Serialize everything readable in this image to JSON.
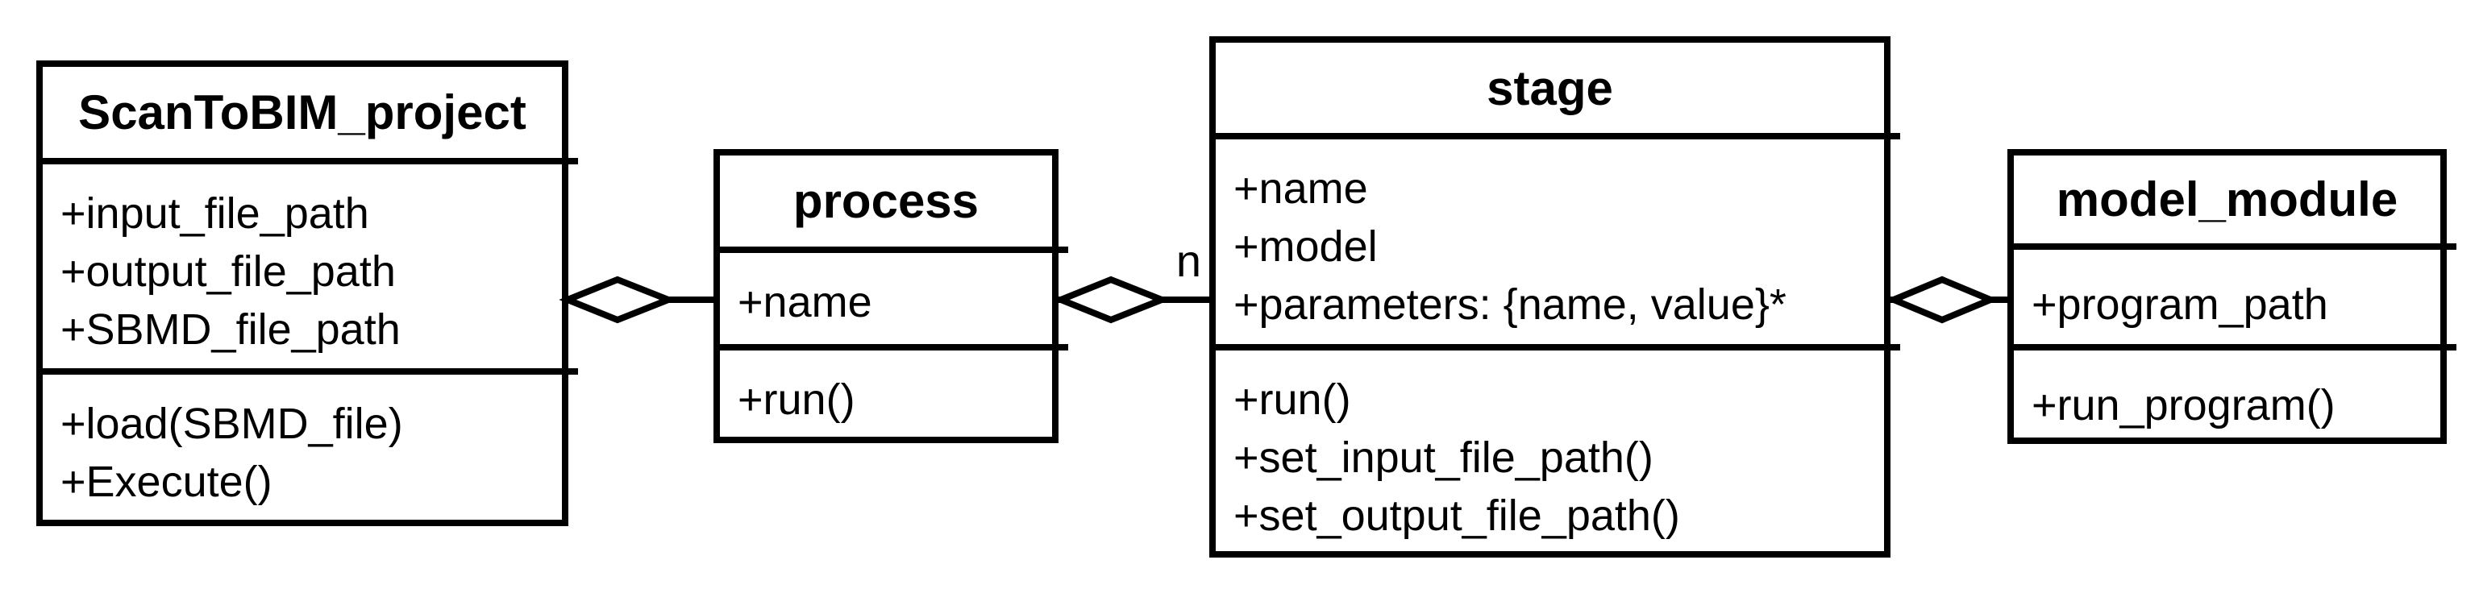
{
  "diagram_type": "UML class diagram",
  "classes": [
    {
      "name": "ScanToBIM_project",
      "attributes": [
        "+input_file_path",
        "+output_file_path",
        "+SBMD_file_path"
      ],
      "methods": [
        "+load(SBMD_file)",
        "+Execute()"
      ]
    },
    {
      "name": "process",
      "attributes": [
        "+name"
      ],
      "methods": [
        "+run()"
      ]
    },
    {
      "name": "stage",
      "attributes": [
        "+name",
        "+model",
        "+parameters: {name, value}*"
      ],
      "methods": [
        "+run()",
        "+set_input_file_path()",
        "+set_output_file_path()"
      ]
    },
    {
      "name": "model_module",
      "attributes": [
        "+program_path"
      ],
      "methods": [
        "+run_program()"
      ]
    }
  ],
  "relationships": [
    {
      "from": "ScanToBIM_project",
      "to": "process",
      "type": "aggregation",
      "multiplicity": ""
    },
    {
      "from": "process",
      "to": "stage",
      "type": "aggregation",
      "multiplicity": "n"
    },
    {
      "from": "stage",
      "to": "model_module",
      "type": "aggregation",
      "multiplicity": ""
    }
  ],
  "colors": {
    "line": "#000000",
    "background": "#ffffff",
    "box_fill": "#ffffff"
  }
}
